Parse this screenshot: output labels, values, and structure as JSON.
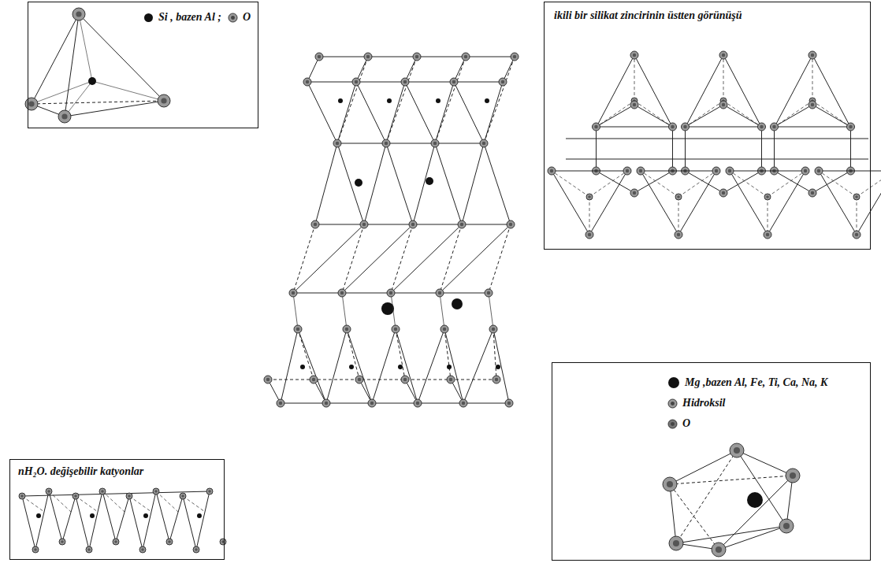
{
  "diagram": {
    "nodes": [
      {
        "text": [
          "Si , bazen Al ;",
          "O"
        ]
      },
      {
        "text": [
          "ikili bir silikat zincirinin üstten görünüşü"
        ]
      },
      {
        "text": [
          "Mg ,bazen Al, Fe, Ti, Ca, Na, K",
          "Hidroksil",
          "O"
        ]
      },
      {
        "text": [
          "nH₂O. değişebilir katyonlar"
        ]
      }
    ]
  }
}
